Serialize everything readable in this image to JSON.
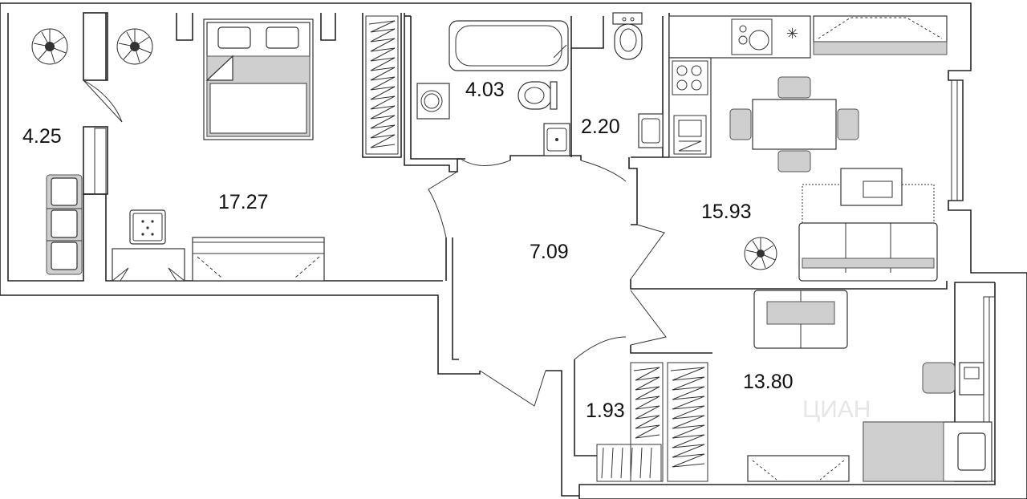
{
  "plan": {
    "rooms": [
      {
        "id": "balcony",
        "area": "4.25"
      },
      {
        "id": "bedroom",
        "area": "17.27"
      },
      {
        "id": "bathroom",
        "area": "4.03"
      },
      {
        "id": "toilet",
        "area": "2.20"
      },
      {
        "id": "kitchen-living",
        "area": "15.93"
      },
      {
        "id": "hallway",
        "area": "7.09"
      },
      {
        "id": "storage",
        "area": "1.93"
      },
      {
        "id": "second-bedroom",
        "area": "13.80"
      }
    ],
    "watermark": "ЦИАН"
  }
}
